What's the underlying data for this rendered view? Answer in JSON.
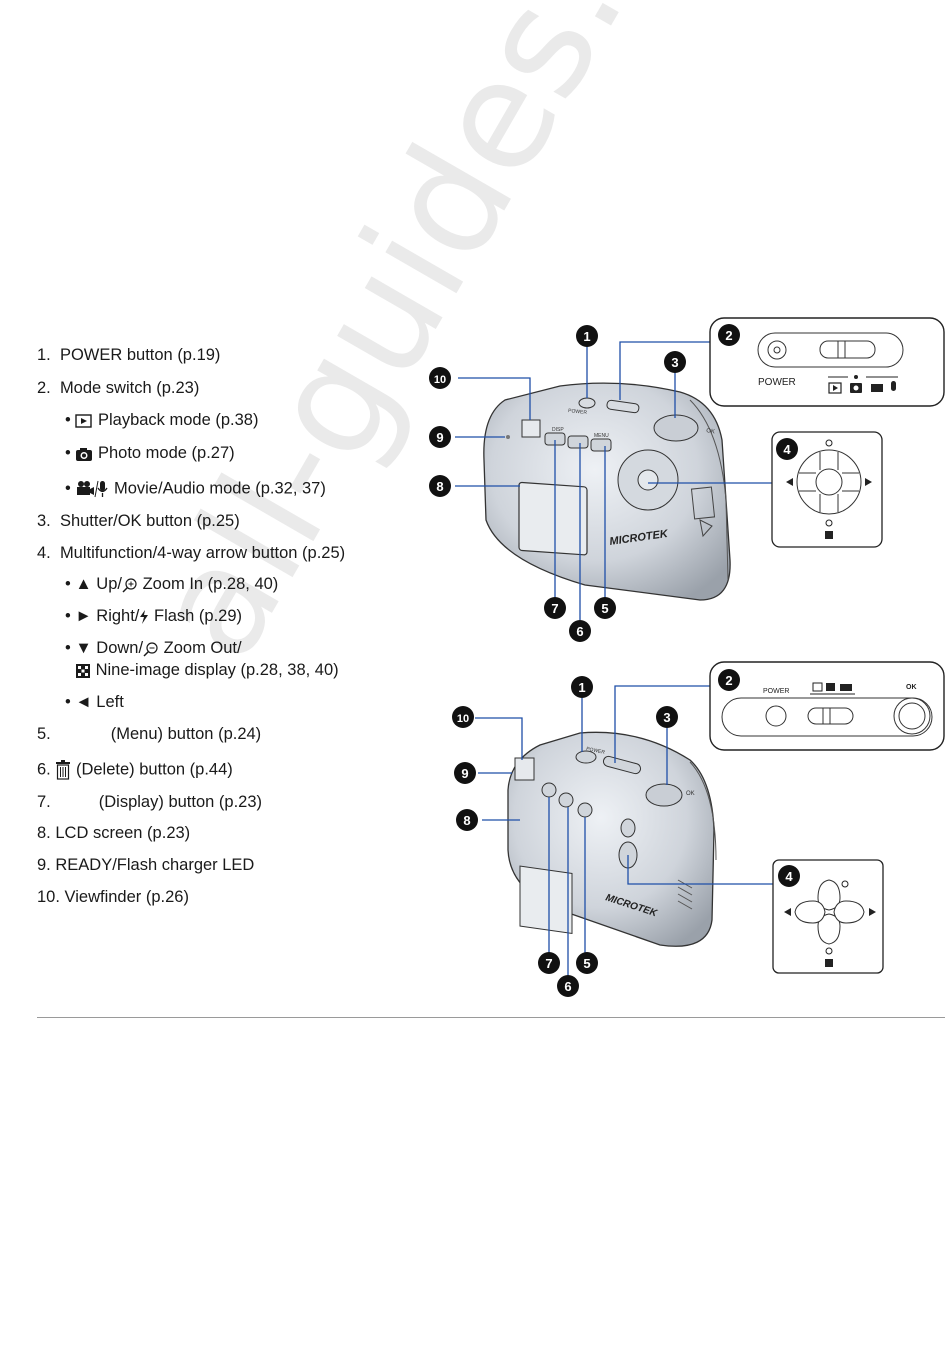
{
  "watermark": "all-guides.com",
  "items": [
    {
      "num": "1.",
      "text": "POWER button (p.19)"
    },
    {
      "num": "2.",
      "text": "Mode switch (p.23)"
    },
    {
      "bullet": "•",
      "text": "Playback mode (p.38)",
      "icon": "playback-icon"
    },
    {
      "bullet": "•",
      "text": "Photo mode (p.27)",
      "icon": "camera-icon"
    },
    {
      "bullet": "•",
      "text": "Movie/Audio mode (p.32, 37)",
      "icon": "movie-audio-icon"
    },
    {
      "num": "3.",
      "text": "Shutter/OK button (p.25)"
    },
    {
      "num": "4.",
      "text": "Multifunction/4-way arrow button (p.25)"
    },
    {
      "bullet": "•",
      "text": "▲ Up/",
      "text2": "Zoom In (p.28, 40)",
      "icon": "zoom-in-icon"
    },
    {
      "bullet": "•",
      "text": "► Right/",
      "text2": "Flash (p.29)",
      "icon": "flash-icon"
    },
    {
      "bullet": "•",
      "text": "▼ Down/",
      "text2": "Zoom Out/",
      "icon": "zoom-out-icon"
    },
    {
      "text": "Nine-image display (p.28, 38, 40)",
      "icon": "nine-image-icon"
    },
    {
      "bullet": "•",
      "text": "◄ Left"
    },
    {
      "num": "5.",
      "text": "(Menu) button (p.24)"
    },
    {
      "num": "6.",
      "text": "(Delete) button (p.44)",
      "icon": "trash-icon"
    },
    {
      "num": "7.",
      "text": "(Display) button (p.23)"
    },
    {
      "num": "8.",
      "text": "LCD screen (p.23)"
    },
    {
      "num": "9.",
      "text": "READY/Flash charger LED"
    },
    {
      "num": "10.",
      "text": "Viewfinder (p.26)"
    }
  ],
  "diagram_top": {
    "brand": "MICROTEK",
    "labels": {
      "power": "POWER",
      "disp": "DISP",
      "menu": "MENU",
      "ok": "OK"
    },
    "callouts": [
      "1",
      "2",
      "3",
      "4",
      "5",
      "6",
      "7",
      "8",
      "9",
      "10"
    ]
  },
  "diagram_bottom": {
    "brand": "MICROTEK",
    "labels": {
      "power": "POWER",
      "ok": "OK"
    },
    "callouts": [
      "1",
      "2",
      "3",
      "4",
      "5",
      "6",
      "7",
      "8",
      "9",
      "10"
    ]
  }
}
